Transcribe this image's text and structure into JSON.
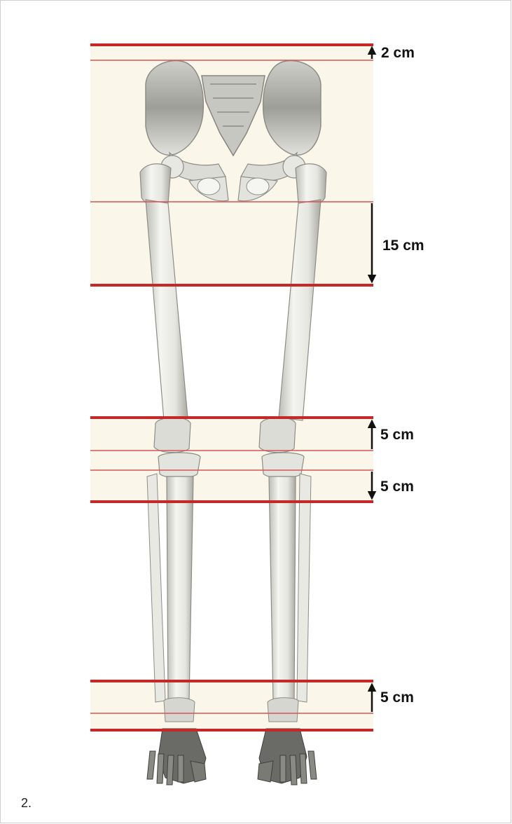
{
  "colors": {
    "thick_line": "#c62828",
    "thin_line": "#d45555",
    "zone_fill": "#fbf6ea",
    "bone_light": "#f1f1ed",
    "bone_mid": "#d8d8d2",
    "bone_dark": "#9a9a94",
    "foot_dark": "#5e5e5a",
    "arrow": "#111111"
  },
  "annotations": {
    "pelvis_top": "2 cm",
    "femur_proximal": "15 cm",
    "femur_distal": "5 cm",
    "tibia_proximal": "5 cm",
    "tibia_distal": "5 cm"
  },
  "icons": {
    "skeleton": "lower-limb-skeleton-icon",
    "arrow": "measurement-arrow-icon"
  },
  "caption": "2."
}
